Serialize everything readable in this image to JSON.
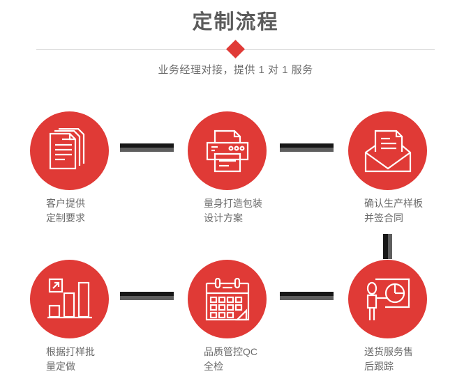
{
  "header": {
    "title": "定制流程",
    "subtitle": "业务经理对接，提供 1 对 1 服务",
    "divider_icon": "diamond-marker"
  },
  "colors": {
    "accent_red": "#e03a36",
    "title_gray": "#5b5b5b",
    "label_gray": "#6b6b6b",
    "connector_dark": "#171717",
    "connector_gray": "#5e5e5e",
    "divider_line": "#cfcfcf",
    "background": "#ffffff"
  },
  "steps": [
    {
      "index": "1",
      "icon": "documents-icon",
      "label": "客户提供\n定制要求"
    },
    {
      "index": "2",
      "icon": "printer-icon",
      "label": "量身打造包装\n设计方案"
    },
    {
      "index": "3",
      "icon": "open-envelope-letter-icon",
      "label": "确认生产样板\n并签合同"
    },
    {
      "index": "4",
      "icon": "bar-chart-growth-icon",
      "label": "根据打样批\n量定做"
    },
    {
      "index": "5",
      "icon": "calendar-check-icon",
      "label": "品质管控QC\n全检"
    },
    {
      "index": "6",
      "icon": "presenter-pie-chart-icon",
      "label": "送货服务售\n后跟踪"
    }
  ],
  "connectors": [
    {
      "id": "connector-1-to-2",
      "orientation": "horizontal"
    },
    {
      "id": "connector-2-to-3",
      "orientation": "horizontal"
    },
    {
      "id": "connector-3-to-4",
      "orientation": "vertical"
    },
    {
      "id": "connector-4-to-5",
      "orientation": "horizontal"
    },
    {
      "id": "connector-5-to-6",
      "orientation": "horizontal"
    }
  ]
}
